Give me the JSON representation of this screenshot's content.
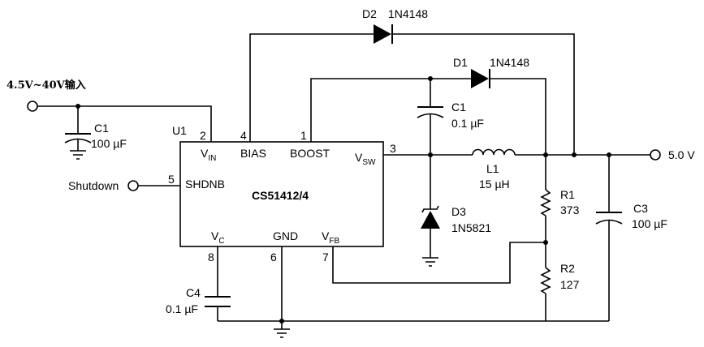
{
  "input": {
    "label": "4.5V~40V输入"
  },
  "output": {
    "label": "5.0 V"
  },
  "shutdown": {
    "label": "Shutdown"
  },
  "ic": {
    "name": "CS51412/4",
    "ref": "U1",
    "pins": {
      "vin": {
        "number": "2",
        "main": "V",
        "sub": "IN"
      },
      "bias": {
        "number": "4",
        "main": "BIAS"
      },
      "boost": {
        "number": "1",
        "main": "BOOST"
      },
      "vsw": {
        "number": "3",
        "main": "V",
        "sub": "SW"
      },
      "shdnb": {
        "number": "5",
        "main": "SHDNB"
      },
      "vc": {
        "number": "8",
        "main": "V",
        "sub": "C"
      },
      "gnd": {
        "number": "6",
        "main": "GND"
      },
      "vfb": {
        "number": "7",
        "main": "V",
        "sub": "FB"
      }
    }
  },
  "components": {
    "c1_in": {
      "ref": "C1",
      "value": "100 µF"
    },
    "c1_boost": {
      "ref": "C1",
      "value": "0.1 µF"
    },
    "c3": {
      "ref": "C3",
      "value": "100 µF"
    },
    "c4": {
      "ref": "C4",
      "value": "0.1 µF"
    },
    "d1": {
      "ref": "D1",
      "value": "1N4148"
    },
    "d2": {
      "ref": "D2",
      "value": "1N4148"
    },
    "d3": {
      "ref": "D3",
      "value": "1N5821"
    },
    "l1": {
      "ref": "L1",
      "value": "15 µH"
    },
    "r1": {
      "ref": "R1",
      "value": "373"
    },
    "r2": {
      "ref": "R2",
      "value": "127"
    }
  }
}
